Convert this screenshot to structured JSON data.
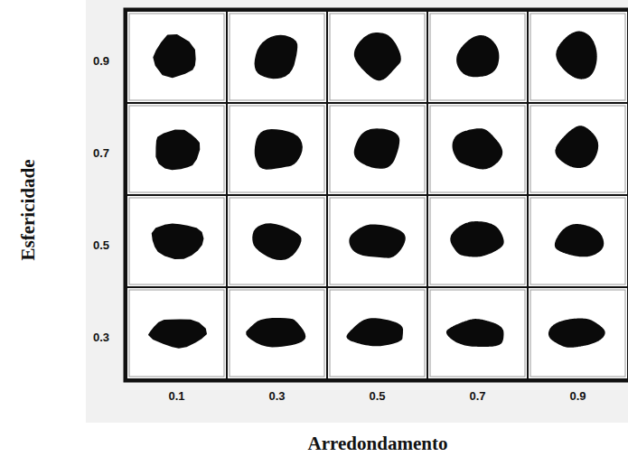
{
  "diagram": {
    "labels": [
      "0.9",
      "0.7",
      "0.5",
      "0.3",
      "0.1",
      "0.3",
      "0.5",
      "0.7",
      "0.9",
      "Esfericidade",
      "Arredondamento"
    ]
  }
}
